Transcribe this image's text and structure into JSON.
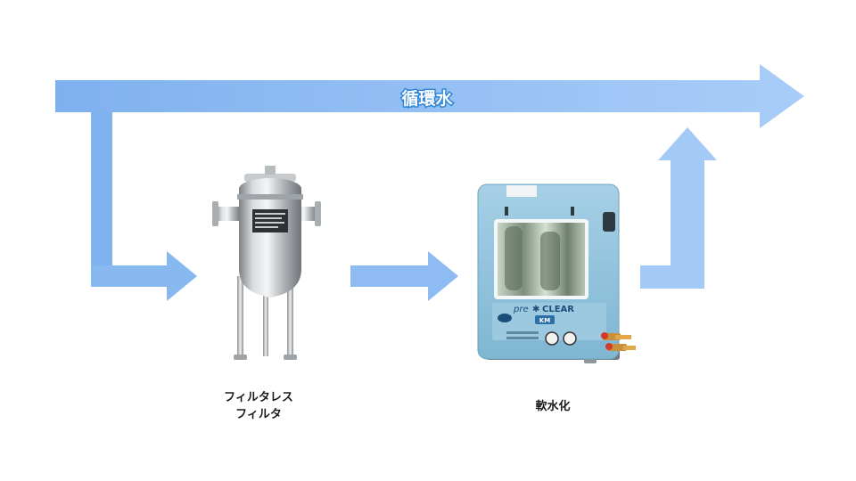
{
  "flow": {
    "label": "循環水"
  },
  "filter": {
    "caption_line1": "フィルタレス",
    "caption_line2": "フィルタ"
  },
  "softener": {
    "caption": "軟水化",
    "brand_prefix": "pre",
    "brand_name": "CLEAR",
    "brand_badge": "KM"
  },
  "colors": {
    "arrow_start": "#7fb1ef",
    "arrow_end": "#a9cdf8",
    "label_text": "#ffffff",
    "label_outline": "#2f86d8",
    "steel": "#b8bcc0",
    "unit_body": "#8fc3dc"
  }
}
